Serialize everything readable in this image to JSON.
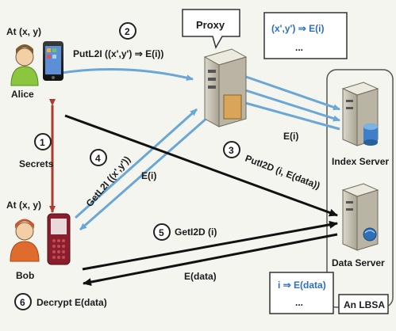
{
  "alice": {
    "location": "At (x, y)",
    "name": "Alice"
  },
  "bob": {
    "location": "At (x, y)",
    "name": "Bob"
  },
  "proxy": {
    "label": "Proxy"
  },
  "index_server": {
    "label": "Index Server",
    "note_line1": "(x',y') ⇒ E(i)",
    "note_line2": "..."
  },
  "data_server": {
    "label": "Data Server",
    "note_line1": "i ⇒ E(data)",
    "note_line2": "..."
  },
  "lbsa": {
    "label": "An LBSA"
  },
  "steps": {
    "s1": {
      "num": "1",
      "label": "Secrets"
    },
    "s2": {
      "num": "2",
      "label": "PutL2I ((x',y') ⇒ E(i))"
    },
    "s3": {
      "num": "3",
      "label": "PutI2D (i, E(data))"
    },
    "s4": {
      "num": "4",
      "label": "GetL2I ((x',y'))"
    },
    "s5": {
      "num": "5",
      "label": "GetI2D (i)"
    },
    "s6": {
      "num": "6",
      "label": "Decrypt E(data)"
    }
  },
  "arrows": {
    "proxy_index_return": "E(i)",
    "proxy_bob_return": "E(i)",
    "data_to_bob": "E(data)"
  }
}
